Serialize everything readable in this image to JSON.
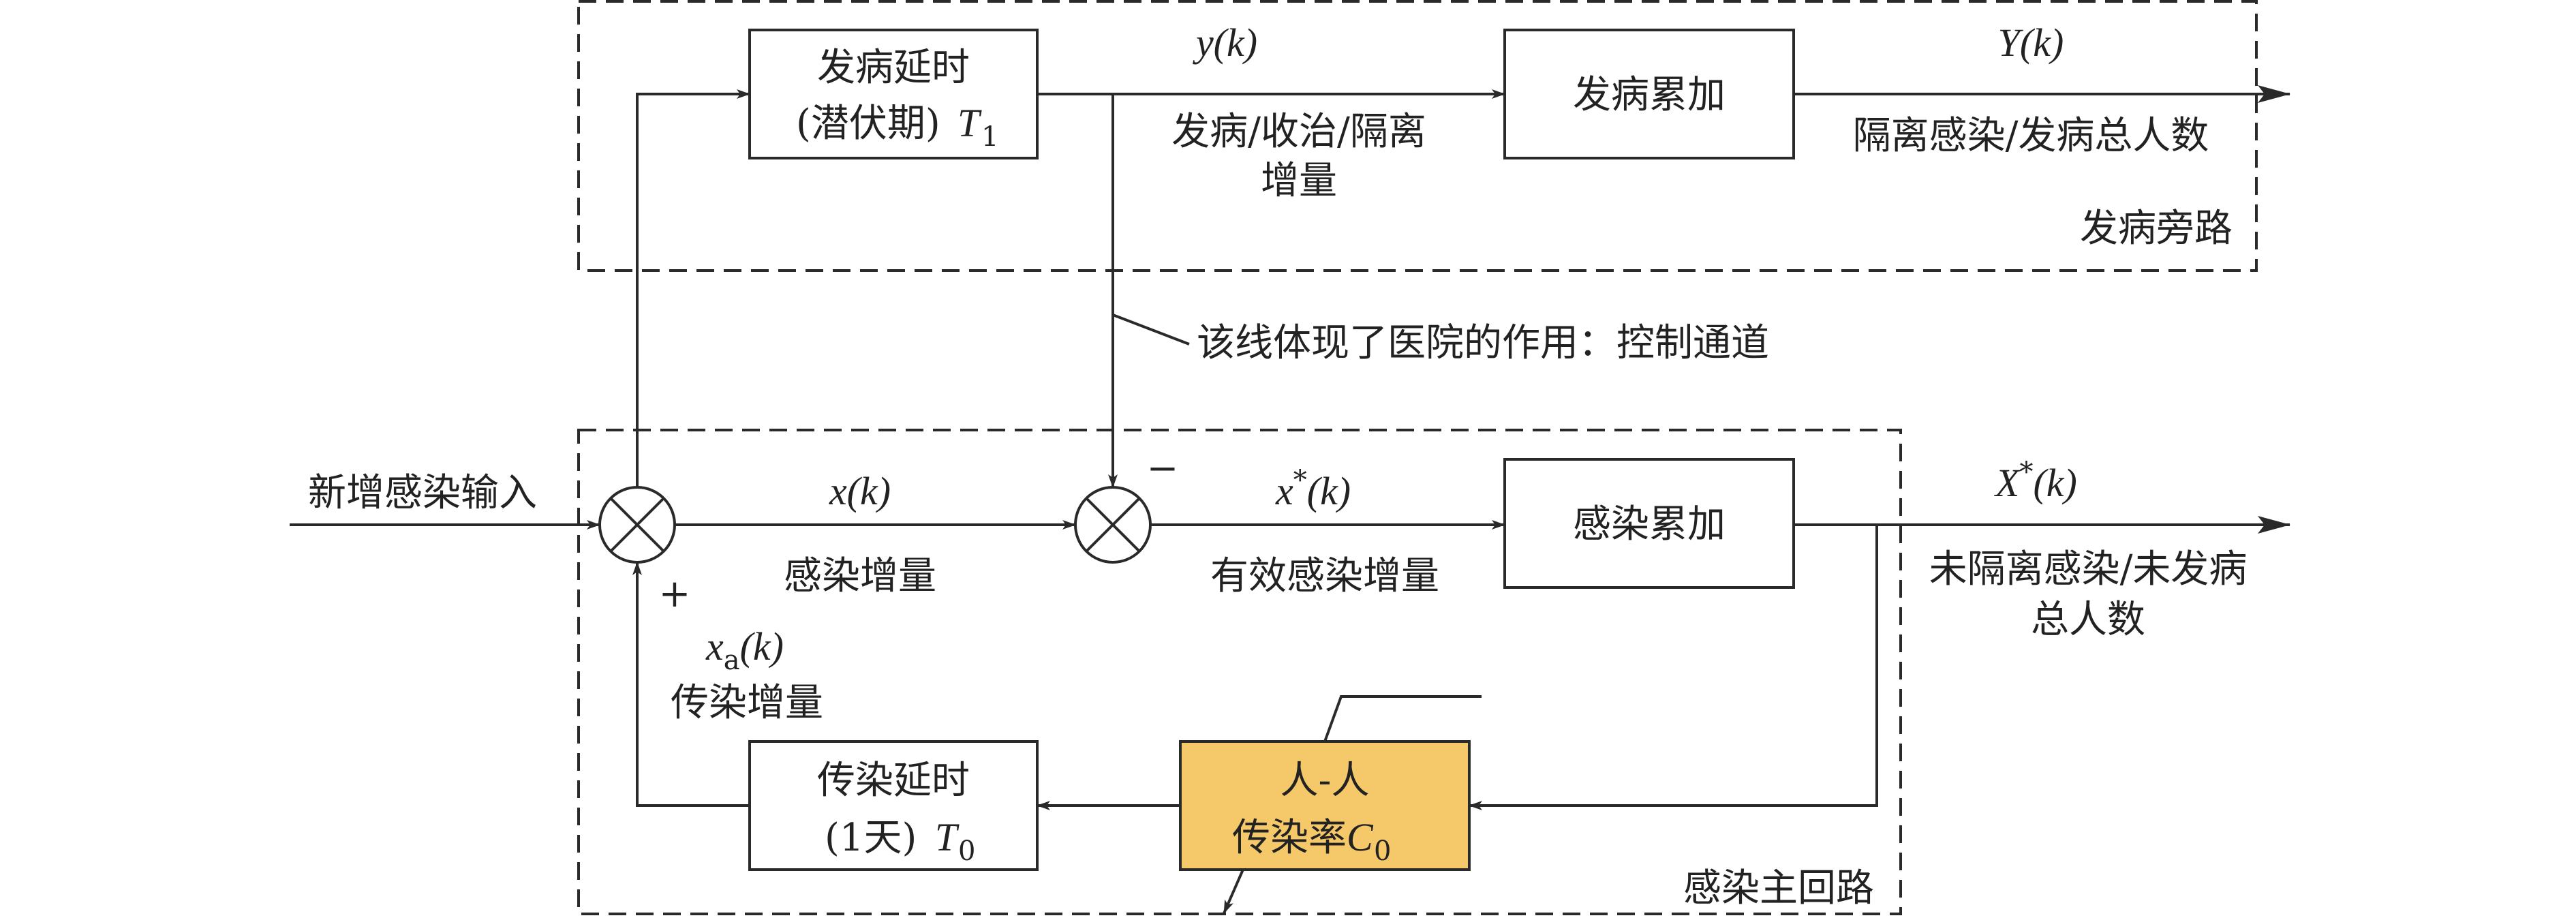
{
  "colors": {
    "line": "#2a2a2a",
    "highlight_block": "#f5c86a",
    "text": "#222222"
  },
  "blocks": {
    "onset_delay": {
      "line1": "发病延时",
      "line2": "(潜伏期)",
      "var": "T",
      "sub": "1"
    },
    "onset_accum": {
      "label": "发病累加"
    },
    "infect_accum": {
      "label": "感染累加"
    },
    "transmit_rate": {
      "line1": "人-人",
      "line2": "传染率",
      "var": "C",
      "sub": "0"
    },
    "transmit_delay": {
      "line1": "传染延时",
      "line2": "(1天)",
      "var": "T",
      "sub": "0"
    }
  },
  "signals": {
    "y_k": "y(k)",
    "Y_k": "Y(k)",
    "x_k": "x(k)",
    "xstar_k": {
      "base": "x",
      "sup": "*",
      "arg": "(k)"
    },
    "Xstar_k": {
      "base": "X",
      "sup": "*",
      "arg": "(k)"
    },
    "xa_k": {
      "base": "x",
      "sub": "a",
      "arg": "(k)"
    }
  },
  "labels": {
    "onset_increment_1": "发病/收治/隔离",
    "onset_increment_2": "增量",
    "isolated_total": "隔离感染/发病总人数",
    "onset_bypass": "发病旁路",
    "control_note": "该线体现了医院的作用：控制通道",
    "new_infection_input": "新增感染输入",
    "infection_increment": "感染增量",
    "effective_increment": "有效感染增量",
    "uncontrolled_total_1": "未隔离感染/未发病",
    "uncontrolled_total_2": "总人数",
    "transmission_increment": "传染增量",
    "main_loop": "感染主回路",
    "minus_sign": "−",
    "plus_sign": "+"
  }
}
